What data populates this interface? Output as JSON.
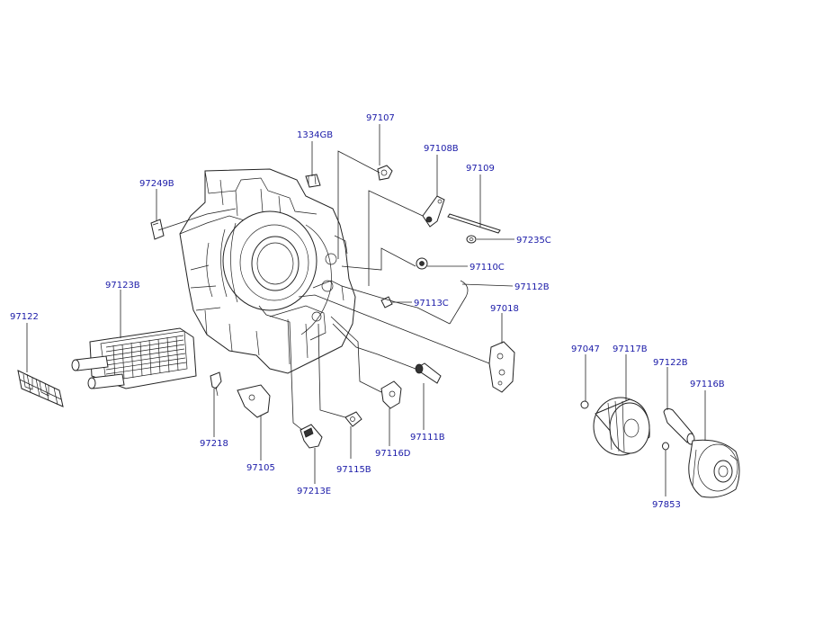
{
  "labels": {
    "p1334GB": "1334GB",
    "p97107": "97107",
    "p97108B": "97108B",
    "p97109": "97109",
    "p97249B": "97249B",
    "p97235C": "97235C",
    "p97110C": "97110C",
    "p97112B": "97112B",
    "p97113C": "97113C",
    "p97018": "97018",
    "p97123B": "97123B",
    "p97122": "97122",
    "p97047": "97047",
    "p97117B": "97117B",
    "p97122B": "97122B",
    "p97116B": "97116B",
    "p97218": "97218",
    "p97105": "97105",
    "p97213E": "97213E",
    "p97115B": "97115B",
    "p97116D": "97116D",
    "p97111B": "97111B",
    "p97853": "97853"
  }
}
